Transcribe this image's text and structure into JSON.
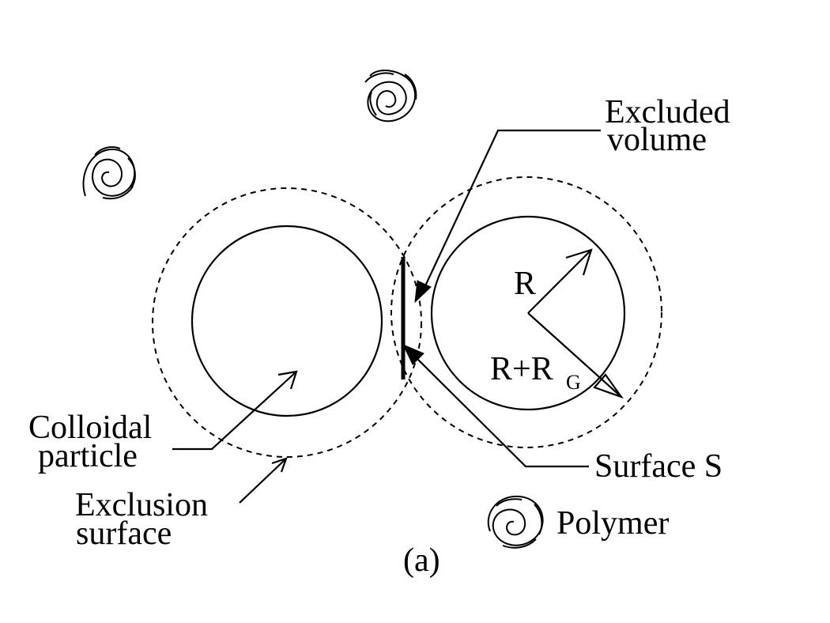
{
  "labels": {
    "excluded_volume_line1": "Excluded",
    "excluded_volume_line2": "volume",
    "radius": "R",
    "radius_plus": "R+R",
    "radius_sub": "G",
    "colloidal_line1": "Colloidal",
    "colloidal_line2": "particle",
    "surface_s": "Surface S",
    "exclusion_line1": "Exclusion",
    "exclusion_line2": "surface",
    "polymer": "Polymer",
    "panel": "(a)"
  },
  "colors": {
    "stroke": "#000000",
    "background": "#ffffff"
  }
}
